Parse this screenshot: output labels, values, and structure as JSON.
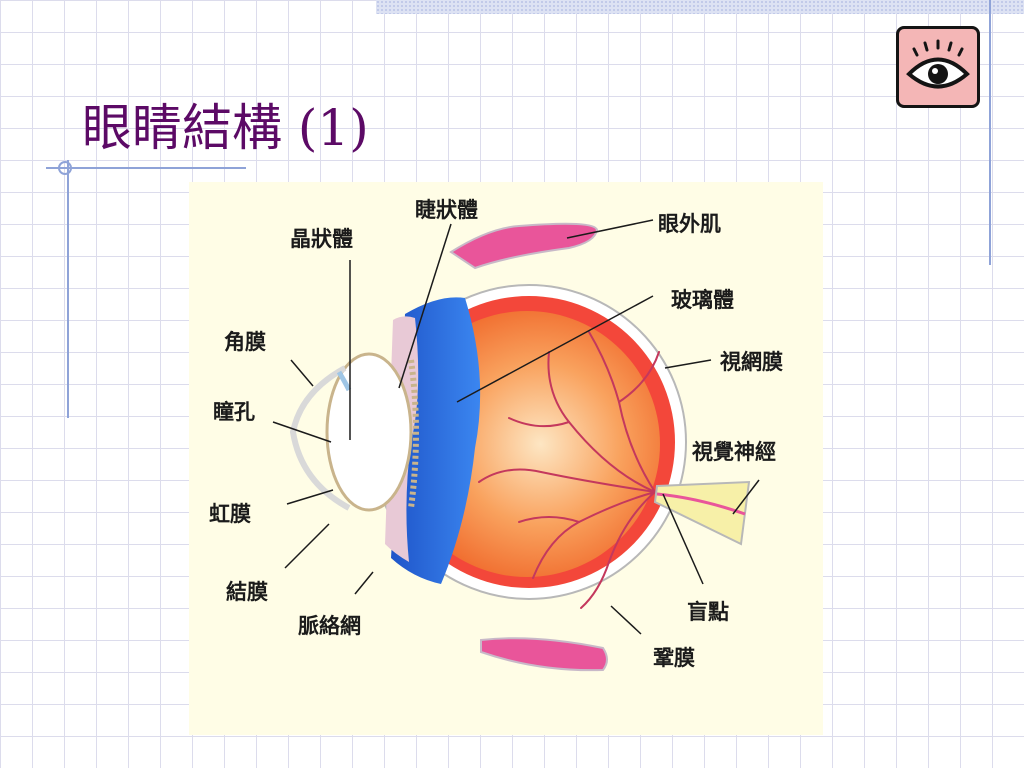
{
  "slide": {
    "title": "眼睛結構 (1)",
    "icon": "eye-icon"
  },
  "diagram": {
    "icon": "eyeball-cross-section-diagram",
    "colors": {
      "sclera": "#ffffff",
      "choroid": "#f3473a",
      "vitreous": "#f9a25e",
      "ciliary_body": "#2f6de4",
      "lens": "#ffffff",
      "muscle": "#e9559a",
      "optic_nerve": "#f7f0a8",
      "vessels": "#c4385d"
    },
    "labels": {
      "lens": "晶狀體",
      "ciliary_body": "睫狀體",
      "extraocular_muscle": "眼外肌",
      "vitreous_body": "玻璃體",
      "retina": "視網膜",
      "optic_nerve": "視覺神經",
      "cornea": "角膜",
      "pupil": "瞳孔",
      "iris": "虹膜",
      "conjunctiva": "結膜",
      "choroid": "脈絡網",
      "blind_spot": "盲點",
      "sclera": "鞏膜"
    }
  }
}
